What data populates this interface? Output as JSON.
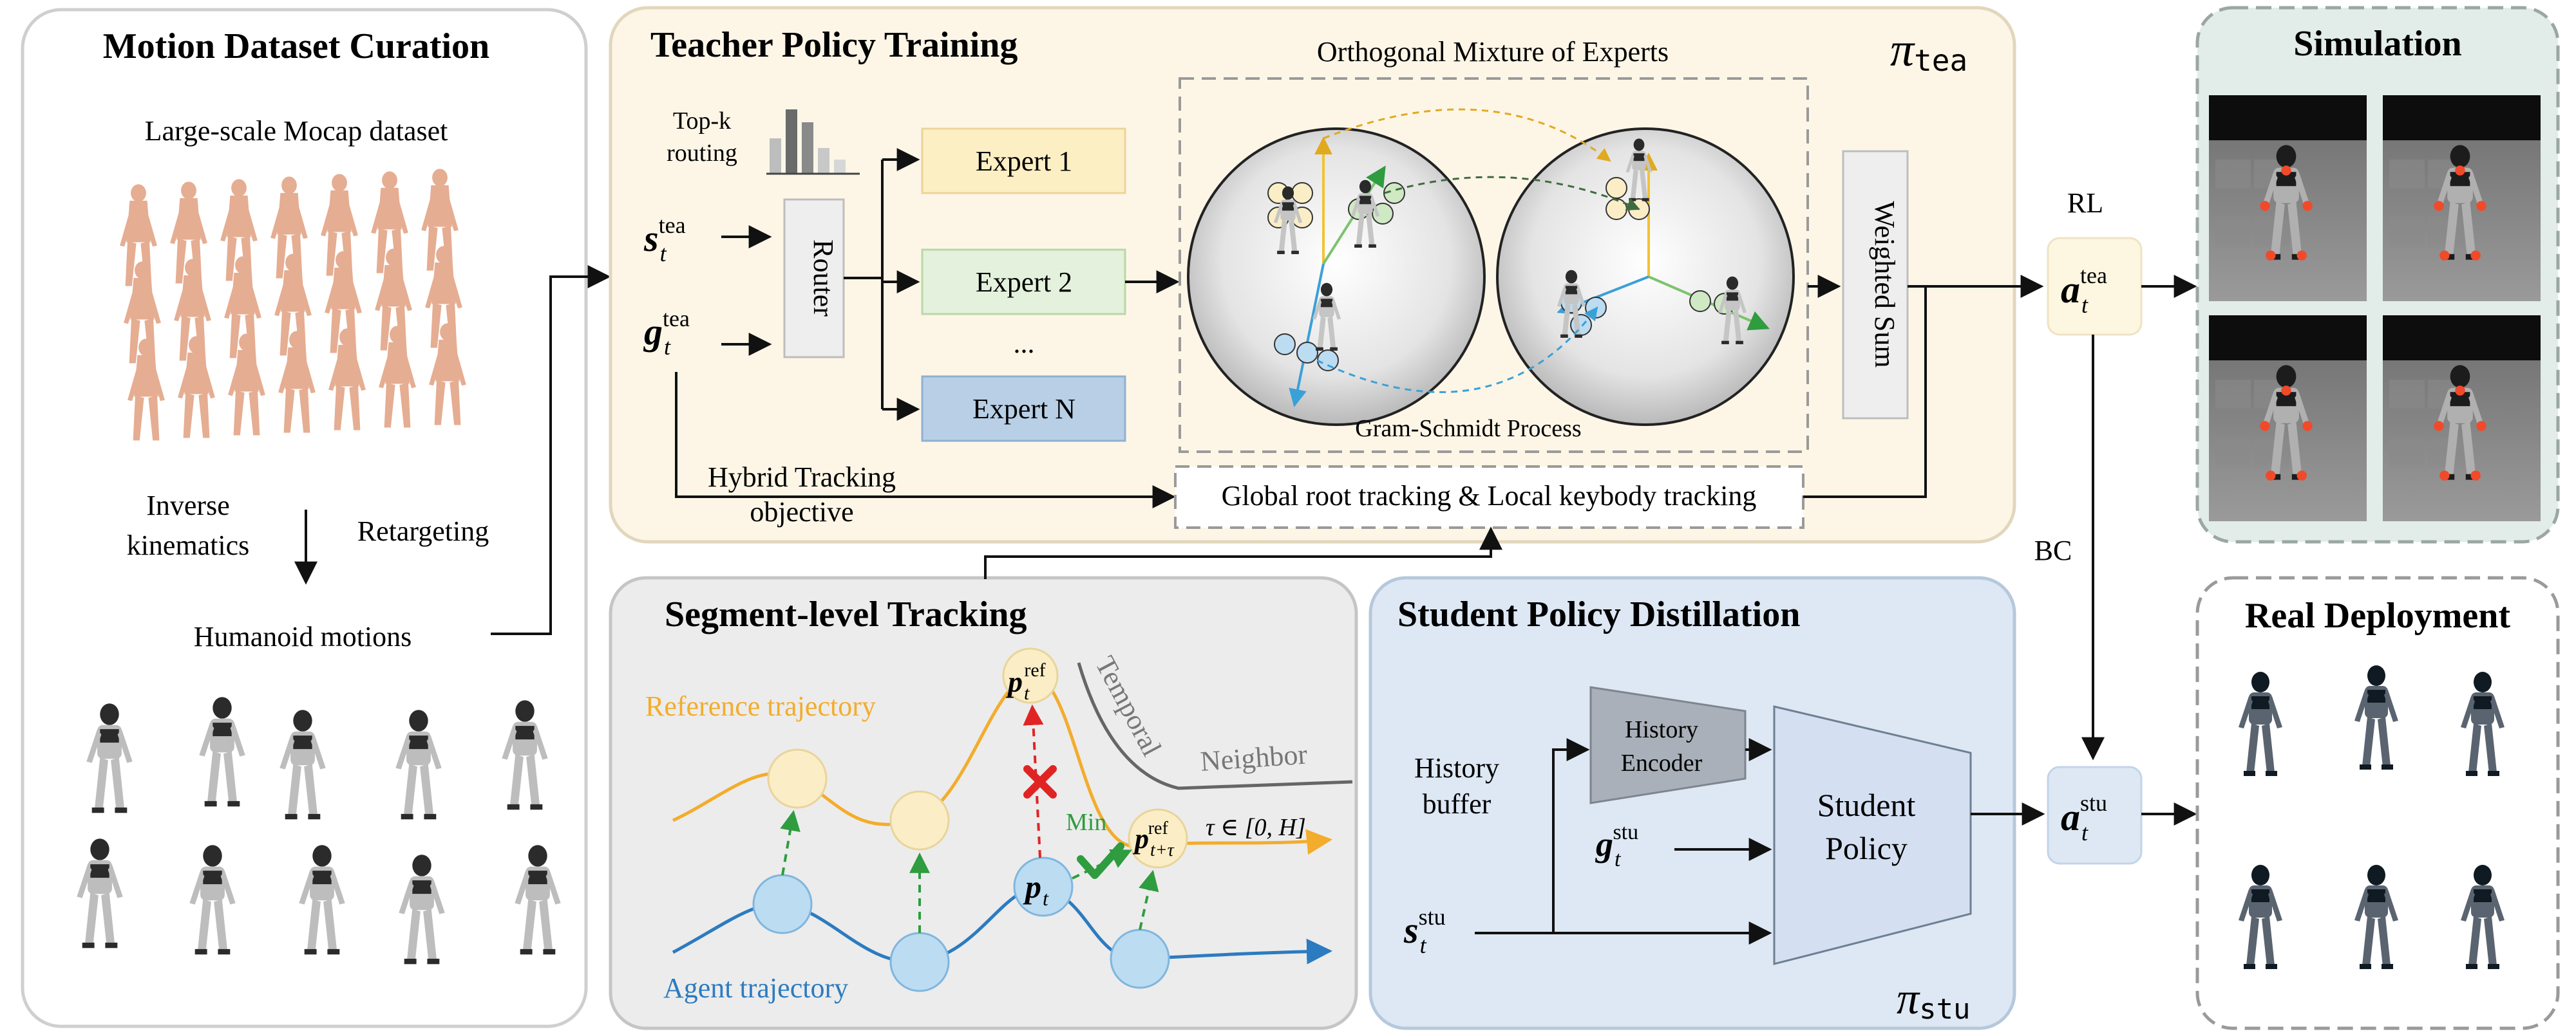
{
  "panels": {
    "motion": {
      "title": "Motion Dataset Curation",
      "dataset_label": "Large-scale Mocap dataset",
      "ik_label_1": "Inverse",
      "ik_label_2": "kinematics",
      "retarget_label": "Retargeting",
      "humanoid_label": "Humanoid motions"
    },
    "teacher": {
      "title": "Teacher Policy Training",
      "pi_symbol": "π",
      "pi_sub": "tea",
      "topk_1": "Top-k",
      "topk_2": "routing",
      "s_sym": "s",
      "g_sym": "g",
      "t_sub": "t",
      "tea_sup": "tea",
      "router": "Router",
      "experts": [
        "Expert 1",
        "Expert 2",
        "...",
        "Expert N"
      ],
      "omoe_title": "Orthogonal Mixture of Experts",
      "gram_schmidt": "Gram-Schmidt Process",
      "weighted_sum": "Weighted Sum",
      "hybrid_1": "Hybrid Tracking",
      "hybrid_2": "objective",
      "global_local": "Global root tracking & Local keybody tracking"
    },
    "simulation": {
      "title": "Simulation"
    },
    "segment": {
      "title": "Segment-level Tracking",
      "reference": "Reference trajectory",
      "agent": "Agent trajectory",
      "temporal": "Temporal",
      "neighbor": "Neighbor",
      "min": "Min",
      "p_sym": "p",
      "ref_sup": "ref",
      "t_sub": "t",
      "t_tau_sub": "t+τ",
      "tau_range": "τ ∈ [0, H]"
    },
    "student": {
      "title": "Student Policy Distillation",
      "history_buffer_1": "History",
      "history_buffer_2": "buffer",
      "history_encoder_1": "History",
      "history_encoder_2": "Encoder",
      "policy_1": "Student",
      "policy_2": "Policy",
      "g_sym": "g",
      "s_sym": "s",
      "t_sub": "t",
      "stu_sup": "stu",
      "pi_symbol": "π",
      "pi_sub": "stu"
    },
    "real": {
      "title": "Real Deployment"
    }
  },
  "actions": {
    "a_sym": "a",
    "t_sub": "t",
    "tea_sup": "tea",
    "stu_sup": "stu",
    "rl": "RL",
    "bc": "BC"
  },
  "colors": {
    "teacher_bg": "#fdf6e7",
    "segment_bg": "#ececec",
    "student_bg": "#dde8f4",
    "sim_bg": "#e2ece8",
    "expert1": "#fdefc4",
    "expert2": "#e4f1dc",
    "expertN": "#b8cfe6",
    "reference": "#f3ac2c",
    "agent": "#2c7bc0",
    "node_yellow": "#fbeec6",
    "node_blue": "#bcdcf2"
  }
}
